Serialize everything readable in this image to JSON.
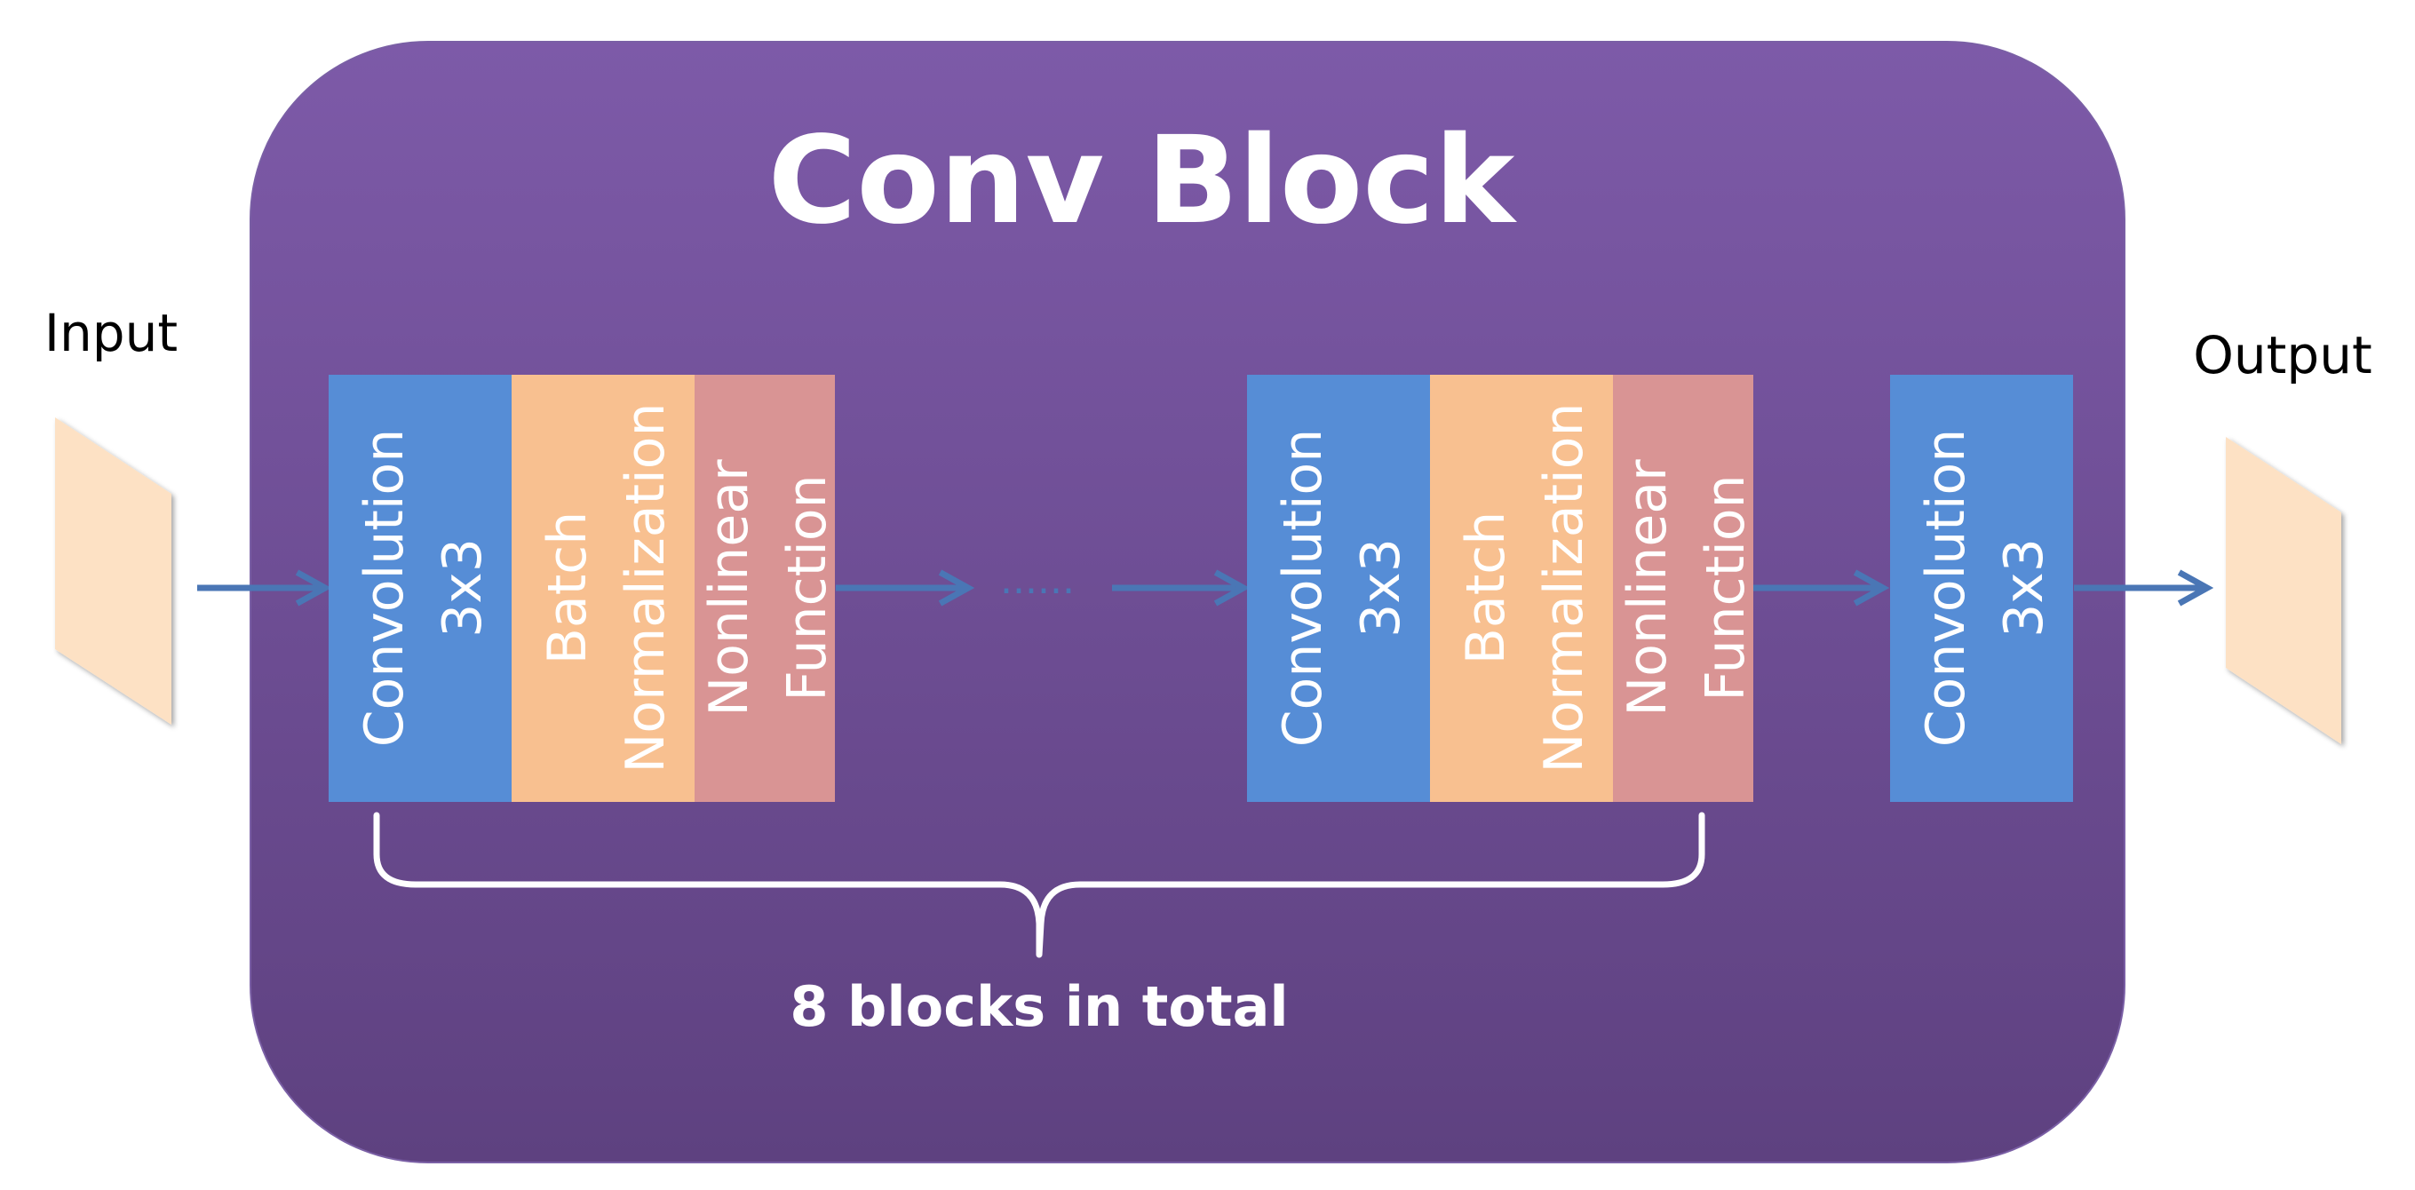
{
  "title": "Conv Block",
  "input_label": "Input",
  "output_label": "Output",
  "ellipsis": "......",
  "group_caption": "8 blocks in total",
  "layers": {
    "conv": "Convolution 3x3",
    "bn": "Batch Normalization",
    "nl": "Nonlinear Function",
    "conv_line1": "Convolution",
    "conv_line2": "3x3",
    "bn_line1": "Batch",
    "bn_line2": "Normalization",
    "nl_line1": "Nonlinear",
    "nl_line2": "Function"
  },
  "colors": {
    "block_bg_top": "#7d5aa8",
    "block_bg_bottom": "#5e4180",
    "conv": "#568dd6",
    "bn": "#f8c090",
    "nl": "#d99494",
    "tensor": "#fde1c4",
    "arrow": "#4a76b5",
    "text_light": "#ffffff",
    "text_dark": "#000000"
  }
}
